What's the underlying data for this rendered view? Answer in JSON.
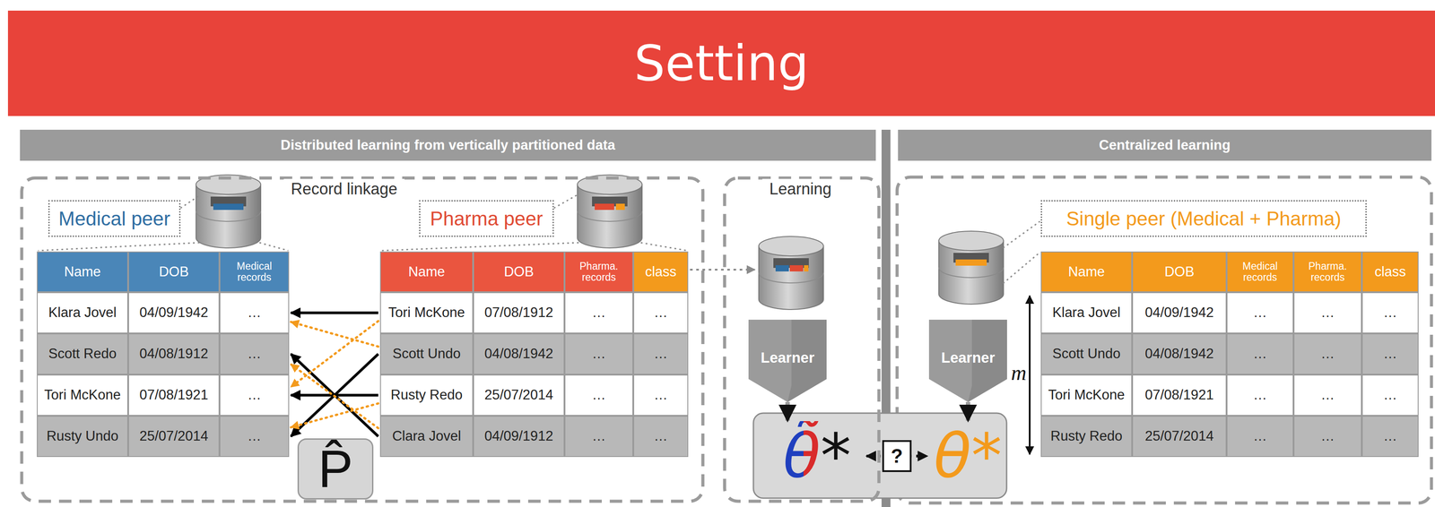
{
  "diagram": {
    "title": "Setting",
    "nodes": [
      {
        "text": [
          "Distributed learning from vertically partitioned data"
        ]
      },
      {
        "text": [
          "Centralized learning"
        ]
      },
      {
        "text": [
          "Record linkage"
        ]
      },
      {
        "text": [
          "Medical peer"
        ],
        "in": 2
      },
      {
        "text": [
          "Name",
          "DOB",
          "Medical records"
        ],
        "in": 2
      },
      {
        "text": [
          "Klara Jovel",
          "04/09/1942",
          "…"
        ],
        "in": 2
      },
      {
        "text": [
          "Scott Redo",
          "04/08/1912",
          "…"
        ],
        "in": 2
      },
      {
        "text": [
          "Tori McKone",
          "07/08/1921",
          "…"
        ],
        "in": 2
      },
      {
        "text": [
          "Rusty Undo",
          "25/07/2014",
          "…"
        ],
        "in": 2
      },
      {
        "text": [
          "Pharma peer"
        ],
        "in": 2
      },
      {
        "text": [
          "Name",
          "DOB",
          "Pharma. records",
          "class"
        ],
        "in": 2
      },
      {
        "text": [
          "Tori McKone",
          "07/08/1912",
          "…",
          "…"
        ],
        "in": 2
      },
      {
        "text": [
          "Scott Undo",
          "04/08/1942",
          "…",
          "…"
        ],
        "in": 2
      },
      {
        "text": [
          "Rusty Redo",
          "25/07/2014",
          "…",
          "…"
        ],
        "in": 2
      },
      {
        "text": [
          "Clara Jovel",
          "04/09/1912",
          "…",
          "…"
        ],
        "in": 2
      },
      {
        "text": [
          "P̂"
        ],
        "in": 2
      },
      {
        "text": [
          "Learning"
        ]
      },
      {
        "text": [
          "Learner"
        ],
        "in": 16
      },
      {
        "text": [
          "θ̃*"
        ],
        "in": 16
      },
      {
        "text": [
          "Single peer (Medical + Pharma)"
        ]
      },
      {
        "text": [
          "Name",
          "DOB",
          "Medical records",
          "Pharma. records",
          "class"
        ]
      },
      {
        "text": [
          "Klara Jovel",
          "04/09/1942",
          "…",
          "…",
          "…"
        ]
      },
      {
        "text": [
          "Scott Undo",
          "04/08/1942",
          "…",
          "…",
          "…"
        ]
      },
      {
        "text": [
          "Tori McKone",
          "07/08/1921",
          "…",
          "…",
          "…"
        ]
      },
      {
        "text": [
          "Rusty Redo",
          "25/07/2014",
          "…",
          "…",
          "…"
        ]
      },
      {
        "text": [
          "Learner"
        ]
      },
      {
        "text": [
          "θ*"
        ]
      }
    ],
    "edges": [
      {
        "from": 11,
        "to": 5,
        "arrow": "to"
      },
      {
        "from": 12,
        "to": 8,
        "arrow": "to"
      },
      {
        "from": 14,
        "to": 6,
        "arrow": "to"
      },
      {
        "from": 13,
        "to": 7,
        "arrow": "to"
      },
      {
        "from": 12,
        "to": 5,
        "arrow": "to"
      },
      {
        "from": 11,
        "to": 7,
        "arrow": "to"
      },
      {
        "from": 13,
        "to": 8,
        "arrow": "to"
      },
      {
        "from": 14,
        "to": 6,
        "arrow": "to"
      },
      {
        "from": 17,
        "to": 18,
        "arrow": "to"
      },
      {
        "from": 25,
        "to": 26,
        "arrow": "to"
      },
      {
        "from": 18,
        "to": 26,
        "label": "?",
        "arrow": "both"
      }
    ],
    "labels": [
      "m"
    ]
  }
}
